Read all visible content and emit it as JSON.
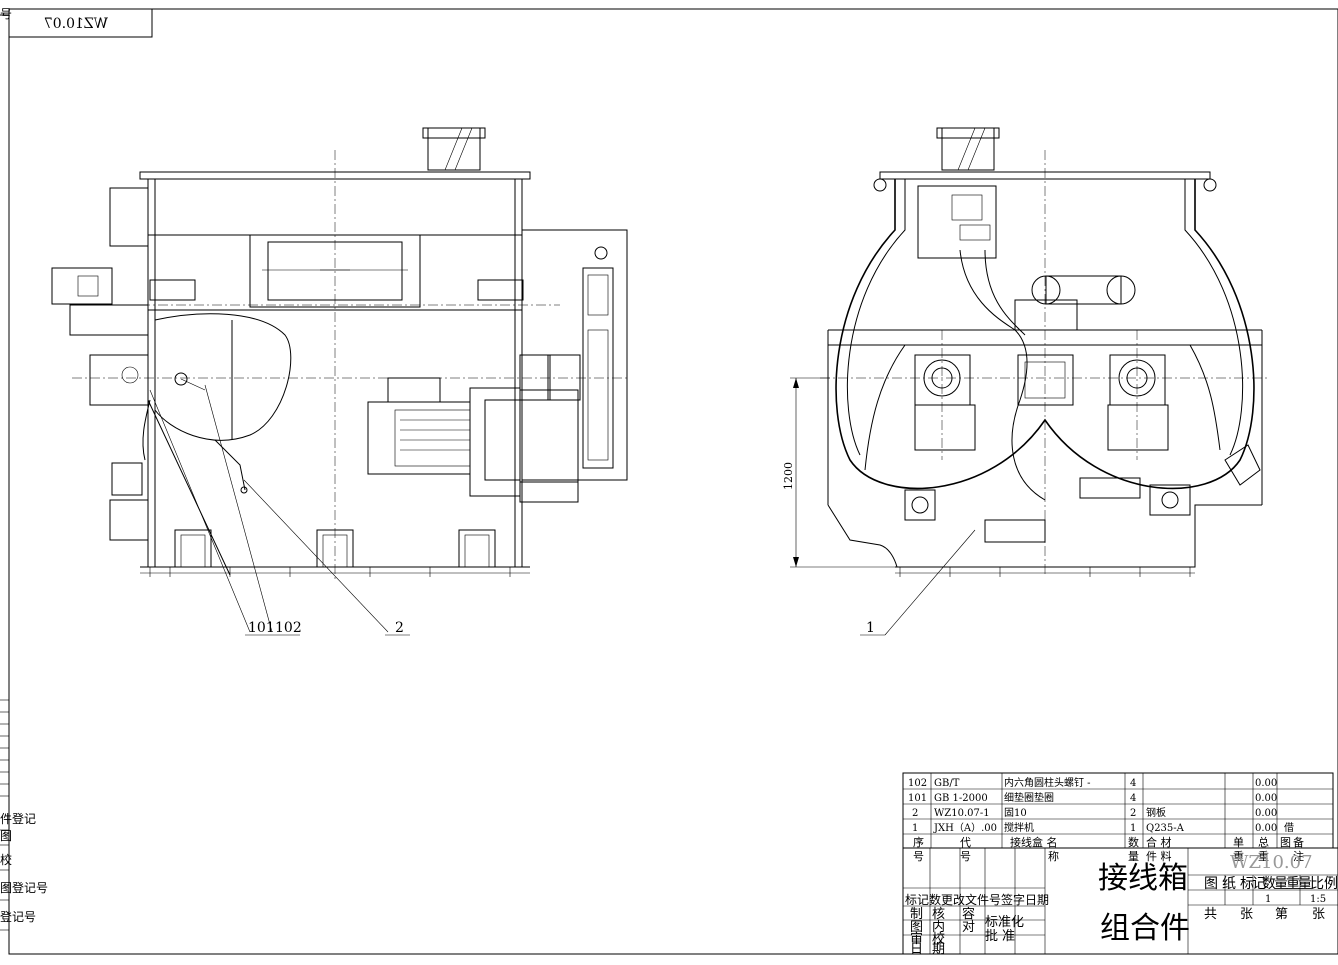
{
  "frame": {
    "drawing_code_mirrored": "WZ10.07",
    "corner_label": "号"
  },
  "left_margin": {
    "labels": [
      "件登记",
      "图",
      "校",
      "图登记号",
      "登记号"
    ]
  },
  "leaders": {
    "left_view": [
      "101",
      "102",
      "2"
    ],
    "right_view": [
      "1"
    ]
  },
  "dimension": {
    "height": "1200"
  },
  "bom": {
    "rows": [
      {
        "no": "102",
        "code": "GB/T",
        "name": "内六角圆柱头螺钉 -",
        "qty": "4",
        "material": "",
        "unit": "",
        "total": "0.00",
        "note": ""
      },
      {
        "no": "101",
        "code": "GB 1-2000",
        "name": "细垫圈垫圈",
        "qty": "4",
        "material": "",
        "unit": "",
        "total": "0.00",
        "note": ""
      },
      {
        "no": "2",
        "code": "WZ10.07-1",
        "name": "固10",
        "qty": "2",
        "material": "钢板",
        "unit": "",
        "total": "0.00",
        "note": ""
      },
      {
        "no": "1",
        "code": "JXH（A）.00",
        "name": "搅拌机",
        "qty": "1",
        "material": "Q235-A",
        "unit": "",
        "total": "0.00",
        "note": "借"
      }
    ],
    "header": {
      "row1": [
        "序",
        "代",
        "接线盒  名",
        "数",
        "合  材",
        "单",
        "总",
        "图",
        "备"
      ],
      "row2": [
        "号",
        "号",
        "称",
        "量",
        "件  料",
        "重",
        "重",
        "注"
      ]
    }
  },
  "title_block": {
    "name_line1": "接线箱",
    "name_line2": "组合件",
    "drawing_no": "WZ10.07",
    "labels_row": [
      "图",
      "纸",
      "标",
      "记",
      "数",
      "量",
      "重",
      "量",
      "比",
      "例"
    ],
    "sheet": [
      "共",
      "张",
      "第",
      "张"
    ],
    "revision_row": "标记数更改文件号签字日期",
    "signoff_left": [
      "制",
      "图",
      "审",
      "核",
      "日",
      "期"
    ],
    "signoff_mid": [
      "内",
      "容",
      "校",
      "对"
    ],
    "signoff_right": [
      "标准化",
      "批",
      "准"
    ],
    "weight_value": "1",
    "scale_value": "1:5"
  }
}
